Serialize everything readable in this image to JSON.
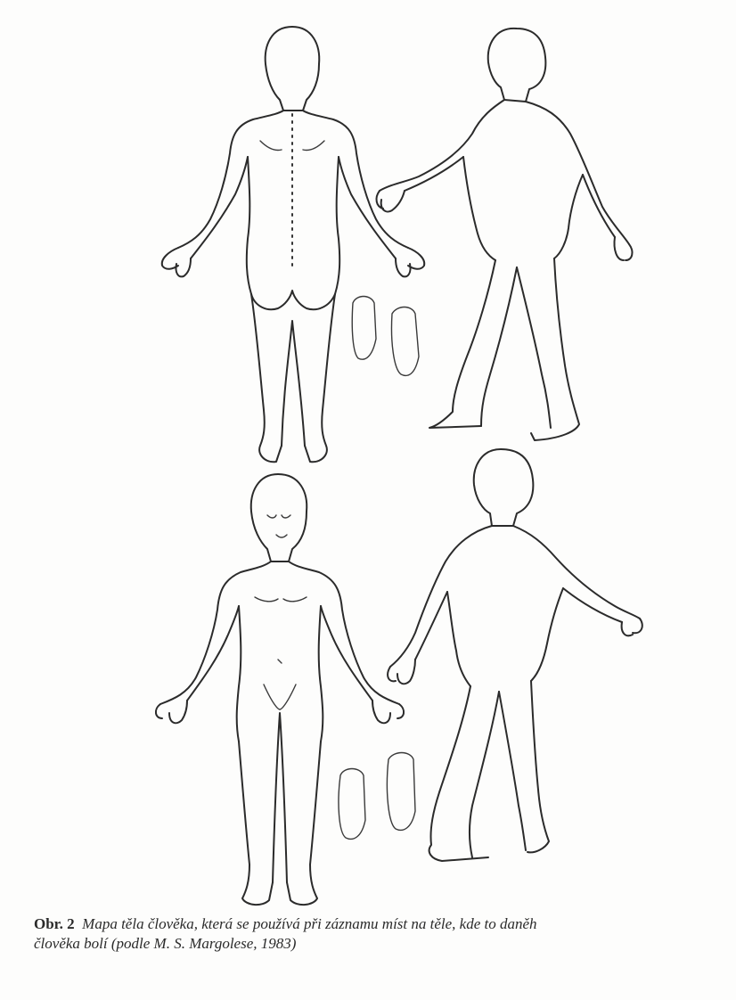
{
  "caption": {
    "label": "Obr. 2",
    "line1": "Mapa těla člověka, která se používá při záznamu míst na těle, kde to daněh",
    "line2": "člověka bolí (podle M. S. Margolese, 1983)"
  },
  "colors": {
    "ink": "#2b2b2b",
    "paper": "#fdfdfc"
  }
}
